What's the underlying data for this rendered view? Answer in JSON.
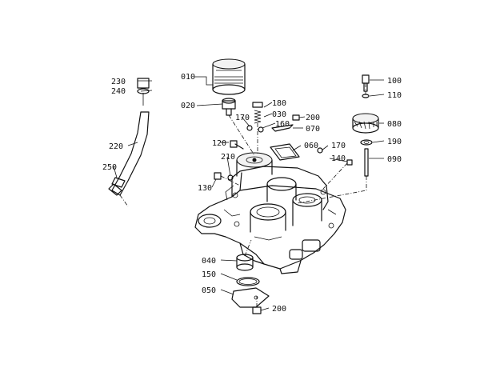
{
  "diagram": {
    "labels": {
      "p010": "010",
      "p020": "020",
      "p030": "030",
      "p040": "040",
      "p050": "050",
      "p060": "060",
      "p070": "070",
      "p080": "080",
      "p090": "090",
      "p100": "100",
      "p110": "110",
      "p120": "120",
      "p130": "130",
      "p140": "140",
      "p150": "150",
      "p160": "160",
      "p170a": "170",
      "p170b": "170",
      "p180": "180",
      "p190": "190",
      "p200a": "200",
      "p200b": "200",
      "p210": "210",
      "p220": "220",
      "p230": "230",
      "p240": "240",
      "p250": "250"
    }
  }
}
